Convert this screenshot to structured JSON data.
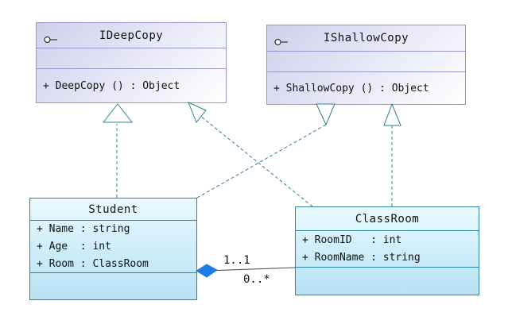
{
  "diagram": {
    "kind": "uml-class-diagram",
    "colors": {
      "interface_border": "#9696c8",
      "interface_fill_top": "#cfcfec",
      "interface_fill_bottom": "#ffffff",
      "class_border": "#2c85a5",
      "class_fill_top": "#eafafe",
      "class_fill_bottom": "#b7e2f3",
      "realization_connector": "#2d7e93",
      "composition_diamond": "#1e7ce2",
      "association_line": "#444444",
      "text": "#111111"
    },
    "interfaces": [
      {
        "name": "IDeepCopy",
        "icon": "lollipop-interface-icon",
        "attributes": [],
        "operations": [
          "+ DeepCopy () : Object"
        ]
      },
      {
        "name": "IShallowCopy",
        "icon": "lollipop-interface-icon",
        "attributes": [],
        "operations": [
          "+ ShallowCopy () : Object"
        ]
      }
    ],
    "classes": [
      {
        "name": "Student",
        "attributes": [
          "+ Name : string",
          "+ Age  : int",
          "+ Room : ClassRoom"
        ],
        "operations": []
      },
      {
        "name": "ClassRoom",
        "attributes": [
          "+ RoomID   : int",
          "+ RoomName : string"
        ],
        "operations": []
      }
    ],
    "relationships": [
      {
        "type": "realization",
        "from": "Student",
        "to": "IDeepCopy"
      },
      {
        "type": "realization",
        "from": "Student",
        "to": "IShallowCopy"
      },
      {
        "type": "realization",
        "from": "ClassRoom",
        "to": "IDeepCopy"
      },
      {
        "type": "realization",
        "from": "ClassRoom",
        "to": "IShallowCopy"
      },
      {
        "type": "composition",
        "owner": "Student",
        "part": "ClassRoom",
        "owner_multiplicity": "1..1",
        "part_multiplicity": "0..*"
      }
    ],
    "labels": {
      "assoc_upper": "1..1",
      "assoc_lower": "0..*"
    }
  }
}
